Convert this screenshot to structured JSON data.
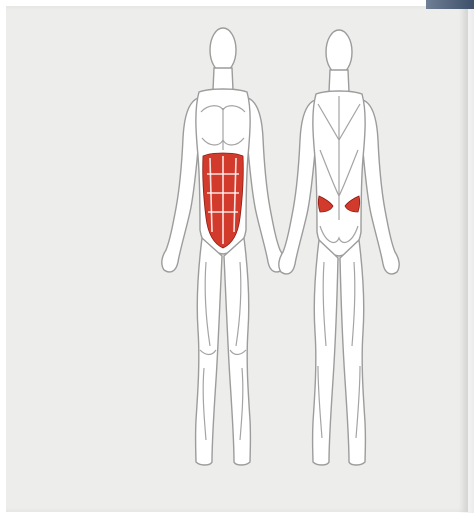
{
  "figure": {
    "views": [
      "front",
      "back"
    ],
    "highlighted_muscles": [
      "abdominals",
      "obliques"
    ],
    "highlight_color": "#d23a2c",
    "outline_color": "#9c9c9c",
    "background_color": "#ededeb"
  }
}
